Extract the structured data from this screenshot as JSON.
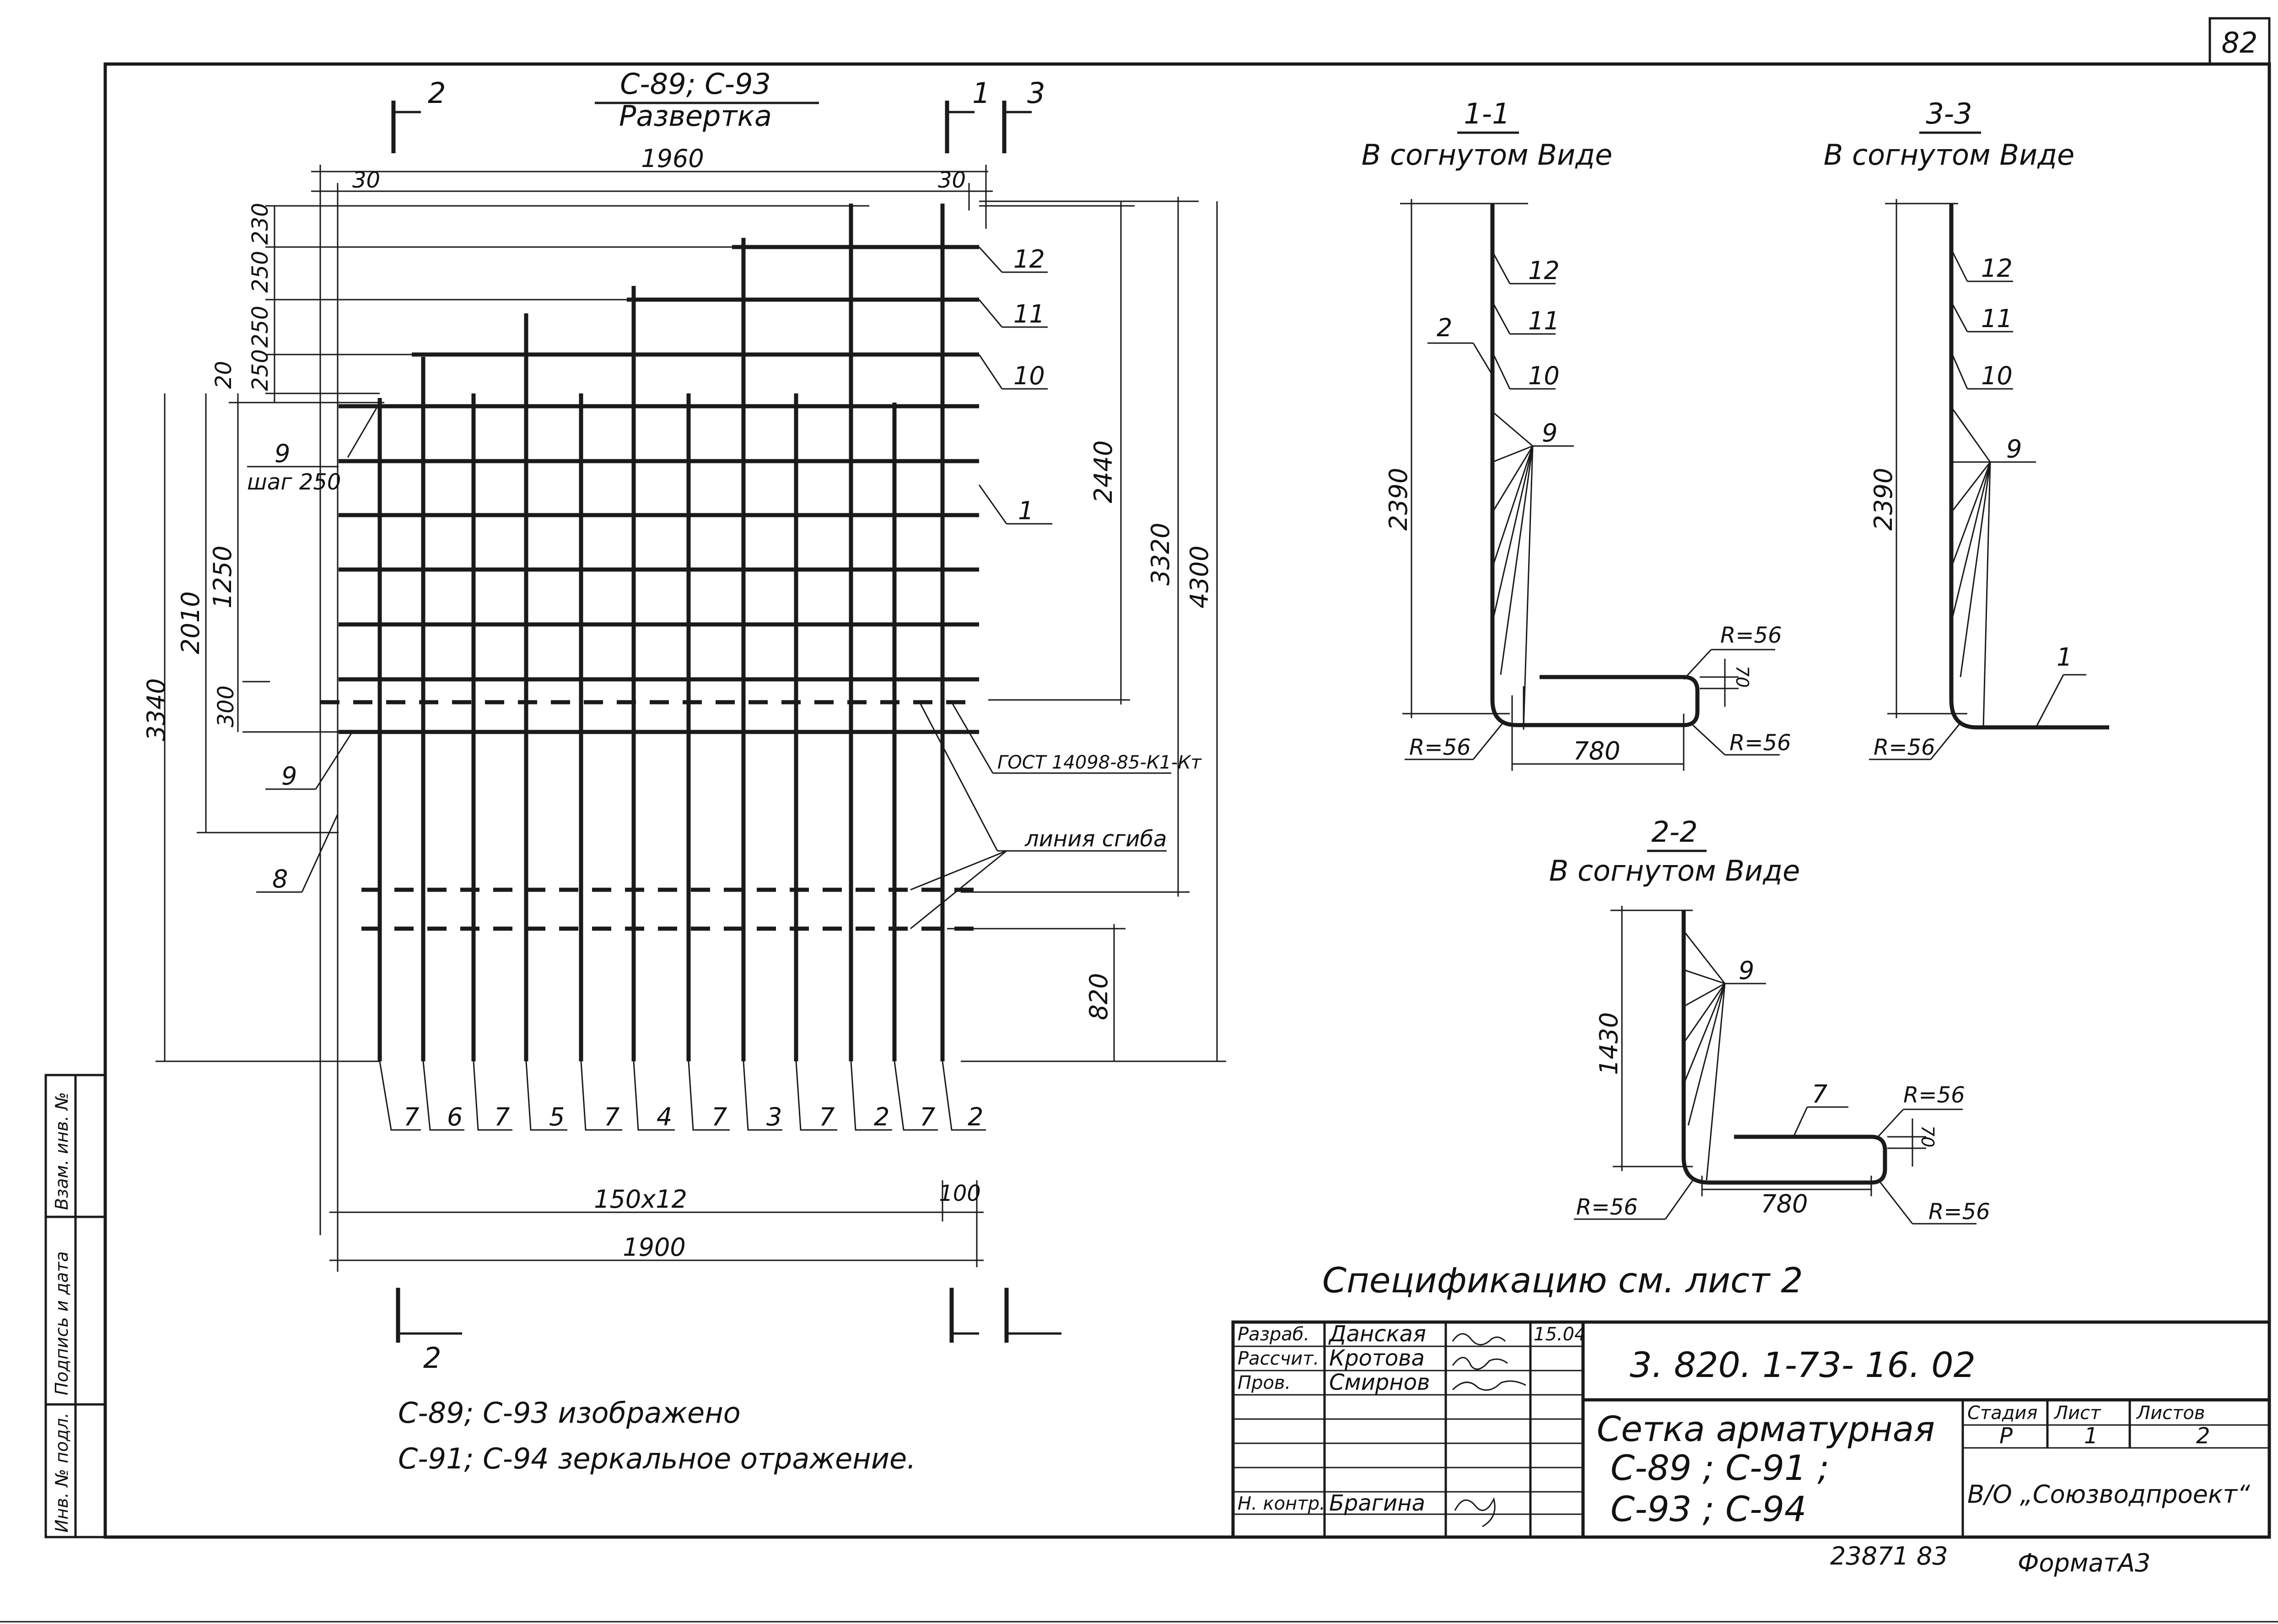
{
  "sheet": {
    "page_number": "82",
    "bottom_number": "23871 83",
    "format": "ФорматА3"
  },
  "unfolding": {
    "title_marks": "С-89; С-93",
    "title": "Развертка",
    "width_total": "1960",
    "dim_30_left": "30",
    "dim_30_right": "30",
    "dim_230": "230",
    "dim_250a": "250",
    "dim_250b": "250",
    "dim_250c": "250",
    "dim_20": "20",
    "dim_1250": "1250",
    "dim_300": "300",
    "dim_2010": "2010",
    "dim_3340": "3340",
    "dim_2440": "2440",
    "dim_3320": "3320",
    "dim_4300": "4300",
    "dim_820": "820",
    "dim_150x12": "150x12",
    "dim_100": "100",
    "dim_1900": "1900",
    "pitch_label": "шаг 250",
    "gost_label": "ГОСТ 14098-85-К1-Кт",
    "bend_line_label": "линия сгиба",
    "pos_12": "12",
    "pos_11": "11",
    "pos_10": "10",
    "pos_1": "1",
    "pos_9_top": "9",
    "pos_9_bot": "9",
    "pos_8": "8",
    "bottom_positions": [
      "7",
      "6",
      "7",
      "5",
      "7",
      "4",
      "7",
      "3",
      "7",
      "2",
      "7",
      "2"
    ]
  },
  "cut_marks": {
    "mark_2_top": "2",
    "mark_1": "1",
    "mark_3": "3",
    "mark_2_bottom": "2"
  },
  "section_1_1": {
    "title": "1-1",
    "subtitle": "В согнутом Виде",
    "dim_height": "2390",
    "dim_780": "780",
    "radius_top": "R=56",
    "radius_left": "R=56",
    "radius_right": "R=56",
    "dim_70": "70",
    "pos_2": "2",
    "pos_12": "12",
    "pos_11": "11",
    "pos_10": "10",
    "pos_9": "9"
  },
  "section_3_3": {
    "title": "3-3",
    "subtitle": "В согнутом Виде",
    "dim_height": "2390",
    "radius": "R=56",
    "pos_12": "12",
    "pos_11": "11",
    "pos_10": "10",
    "pos_9": "9",
    "pos_1": "1"
  },
  "section_2_2": {
    "title": "2-2",
    "subtitle": "В согнутом Виде",
    "dim_height": "1430",
    "dim_780": "780",
    "radius_top": "R=56",
    "radius_left": "R=56",
    "radius_right": "R=56",
    "dim_70": "70",
    "pos_9": "9",
    "pos_7": "7"
  },
  "notes": {
    "specification": "Спецификацию    см. лист 2",
    "line1": "С-89; С-93 изображено",
    "line2": "С-91;   С-94   зеркальное отражение."
  },
  "side_stamp": {
    "field1": "Взам. инв. №",
    "field2": "Подпись и дата",
    "field3": "Инв. № подл."
  },
  "title_block": {
    "code": "3. 820. 1-73- 16. 02",
    "name_line1": "Сетка арматурная",
    "name_line2": "С-89 ;  С-91 ;",
    "name_line3": "С-93 ;   С-94",
    "stage_header": "Стадия",
    "sheet_header": "Лист",
    "sheets_header": "Листов",
    "stage": "Р",
    "sheet": "1",
    "sheets": "2",
    "organization": "В/О „Союзводпроект“",
    "roles": [
      "Разраб.",
      "Рассчит.",
      "Пров.",
      "Н. контр."
    ],
    "names": [
      "Данская",
      "Кротова",
      "Смирнов",
      "Брагина"
    ],
    "date": "15.04"
  }
}
